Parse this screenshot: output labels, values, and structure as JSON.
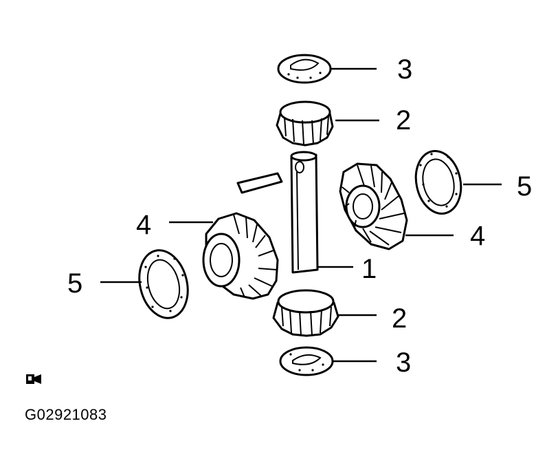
{
  "diagram": {
    "figure_id": "G02921083",
    "callouts": {
      "washer_top": "3",
      "pinion_top": "2",
      "shaft": "1",
      "side_gear_right": "4",
      "thrust_washer_right": "5",
      "side_gear_left": "4",
      "thrust_washer_left": "5",
      "pinion_bottom": "2",
      "washer_bottom": "3"
    },
    "icons": [
      "camera-symbol-icon"
    ]
  }
}
